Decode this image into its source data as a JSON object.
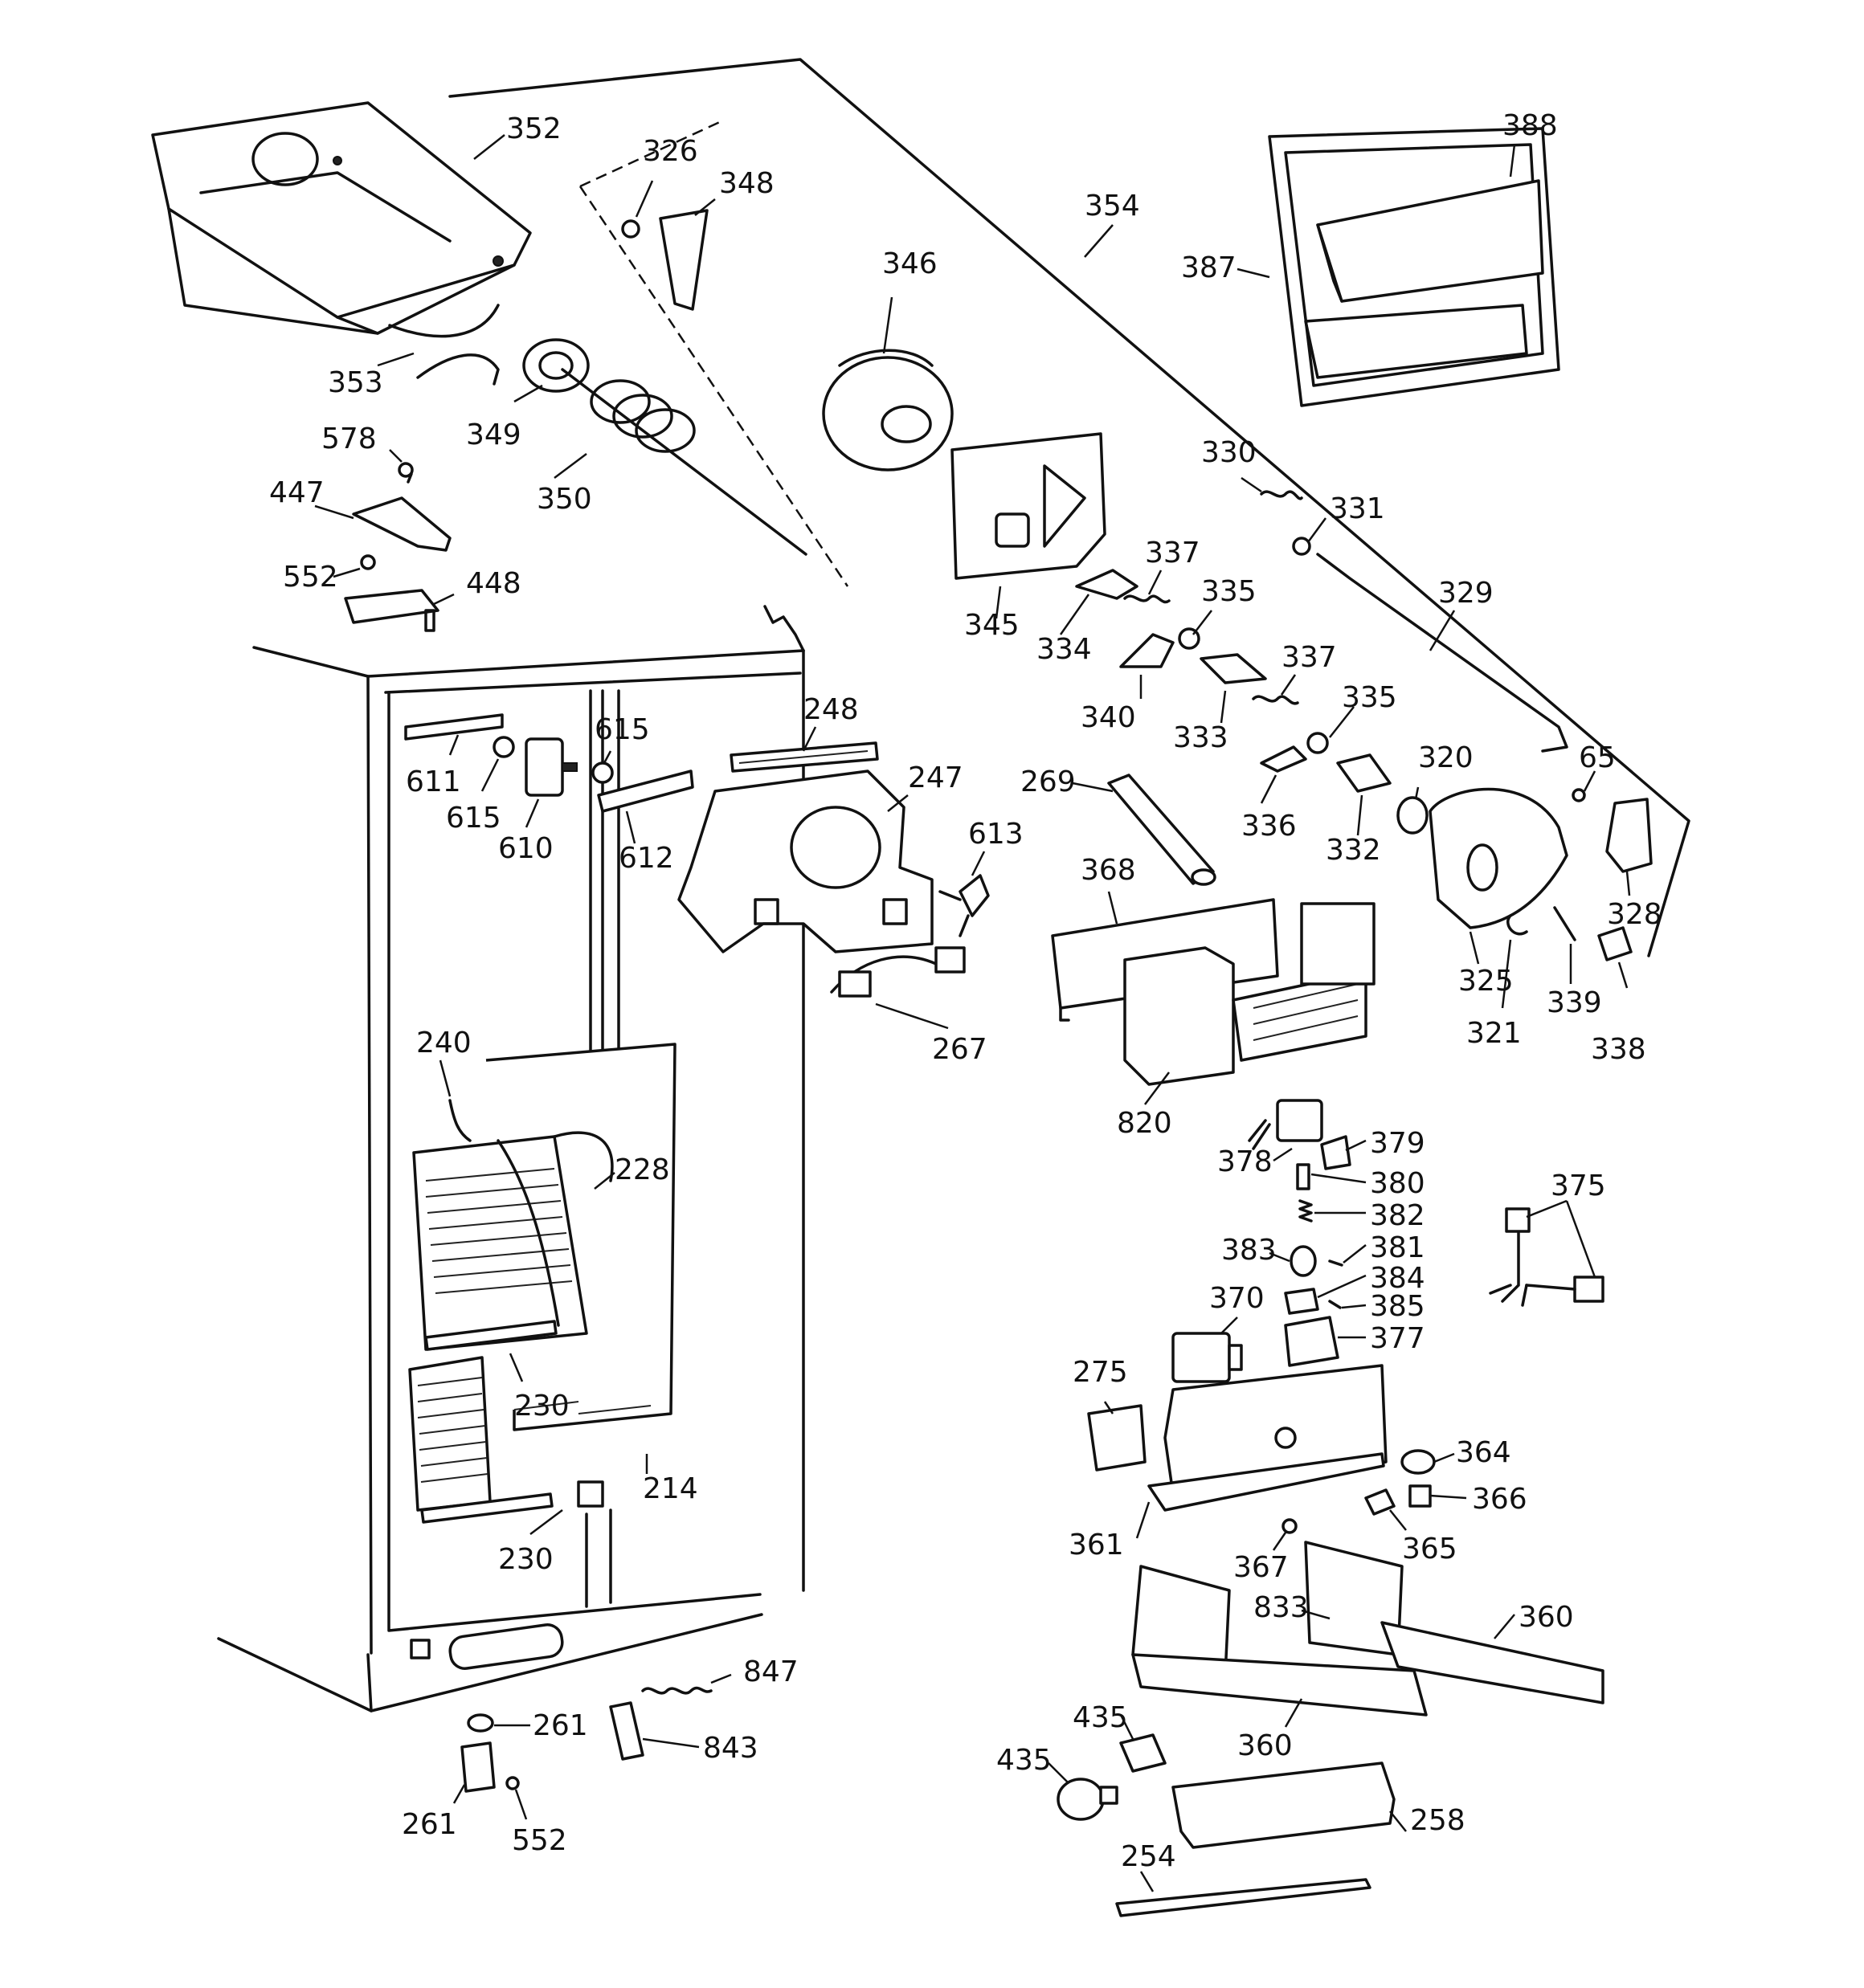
{
  "labels": {
    "p352": "352",
    "p326": "326",
    "p348": "348",
    "p354": "354",
    "p346": "346",
    "p388": "388",
    "p387": "387",
    "p353": "353",
    "p349": "349",
    "p578": "578",
    "p447": "447",
    "p350": "350",
    "p552a": "552",
    "p448": "448",
    "p330": "330",
    "p331": "331",
    "p345": "345",
    "p337a": "337",
    "p335a": "335",
    "p334": "334",
    "p329": "329",
    "p340": "340",
    "p333": "333",
    "p337b": "337",
    "p335b": "335",
    "p248": "248",
    "p615a": "615",
    "p611": "611",
    "p615b": "615",
    "p610": "610",
    "p612": "612",
    "p247": "247",
    "p269": "269",
    "p320": "320",
    "p65": "65",
    "p336": "336",
    "p332": "332",
    "p613": "613",
    "p368": "368",
    "p328": "328",
    "p325": "325",
    "p321": "321",
    "p339": "339",
    "p338": "338",
    "p267": "267",
    "p240": "240",
    "p228": "228",
    "p820": "820",
    "p379": "379",
    "p378": "378",
    "p380": "380",
    "p382": "382",
    "p375": "375",
    "p383": "383",
    "p381": "381",
    "p384": "384",
    "p385": "385",
    "p370": "370",
    "p377": "377",
    "p275": "275",
    "p230a": "230",
    "p364": "364",
    "p214": "214",
    "p366": "366",
    "p361": "361",
    "p365": "365",
    "p230b": "230",
    "p367": "367",
    "p833": "833",
    "p360a": "360",
    "p847": "847",
    "p261a": "261",
    "p843": "843",
    "p435a": "435",
    "p360b": "360",
    "p435b": "435",
    "p258": "258",
    "p261b": "261",
    "p254": "254",
    "p552b": "552"
  }
}
